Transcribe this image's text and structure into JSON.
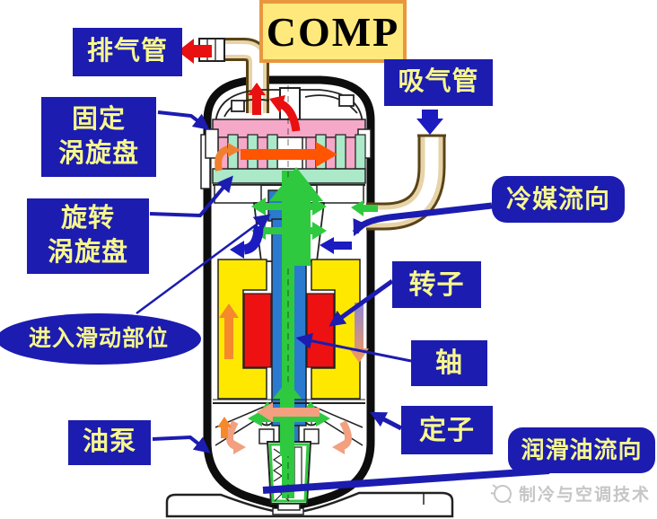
{
  "title": {
    "text": "COMP"
  },
  "labels": {
    "discharge_pipe": "排气管",
    "suction_pipe": "吸气管",
    "fixed_scroll_lines": [
      "固定",
      "涡旋盘"
    ],
    "orbiting_scroll_lines": [
      "旋转",
      "涡旋盘"
    ],
    "refrigerant_flow": "冷媒流向",
    "rotor": "转子",
    "enter_sliding_parts": "进入滑动部位",
    "shaft": "轴",
    "stator": "定子",
    "oil_pump": "油泵",
    "lubricant_flow": "润滑油流向"
  },
  "watermark": {
    "text": "制冷与空调技术"
  },
  "colors": {
    "label_bg": "#1c1cb0",
    "label_text": "#f7f78e",
    "title_bg": "#ffe97d",
    "title_border": "#e8973f",
    "fixed_scroll_pink": "#f6a8c8",
    "orbiting_scroll_teal": "#abe9c9",
    "stator_yellow": "#ffe800",
    "rotor_red": "#ee1111",
    "shaft_blue": "#2a7ad0",
    "oil_green": "#2fc93f",
    "gas_orange": "#ff5500",
    "warm_gas_salmon": "#f2a080",
    "discharge_red": "#e81010",
    "suction_blue": "#1b1bc0",
    "pipe_tan": "#e6d3a8"
  }
}
